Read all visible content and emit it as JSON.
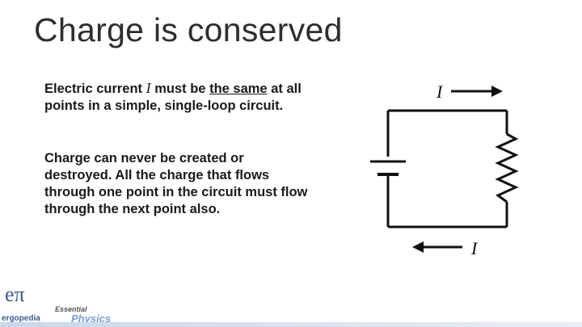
{
  "slide": {
    "title": "Charge is conserved",
    "para1": {
      "before": "Electric current ",
      "var": "I",
      "middle": " must be ",
      "underlined": "the same",
      "after": " at all points in a simple, single-loop circuit."
    },
    "para2": "Charge can never be created or destroyed.  All the charge that flows through one point in the circuit must flow through the next point also."
  },
  "diagram": {
    "current_top_label": "I",
    "current_bottom_label": "I"
  },
  "branding": {
    "logo_symbol": "eπ",
    "logo_name": "ergopedia",
    "series_top": "Essential",
    "series_bottom": "Physics"
  }
}
